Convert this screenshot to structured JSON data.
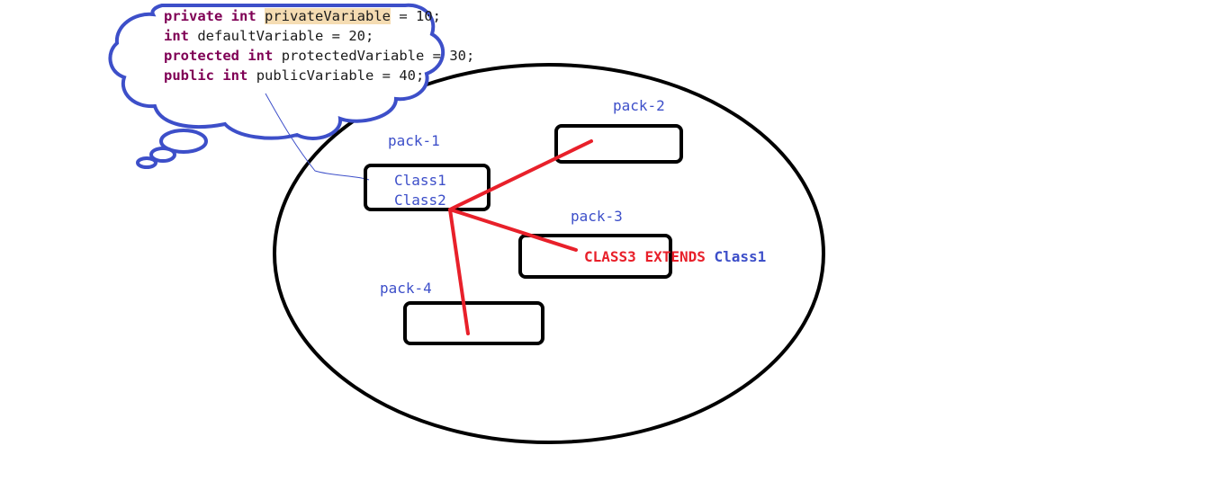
{
  "code": {
    "lines": [
      {
        "modifier": "private",
        "type": "int",
        "name": "privateVariable",
        "highlighted": true,
        "rest": " = 10;"
      },
      {
        "modifier": "",
        "type": "int",
        "name": "defaultVariable",
        "highlighted": false,
        "rest": " = 20;"
      },
      {
        "modifier": "protected",
        "type": "int",
        "name": "protectedVariable",
        "highlighted": false,
        "rest": " = 30;"
      },
      {
        "modifier": "public",
        "type": "int",
        "name": "publicVariable",
        "highlighted": false,
        "rest": " = 40;"
      }
    ]
  },
  "packages": {
    "pack1": {
      "label": "pack-1",
      "classes": [
        "Class1",
        "Class2"
      ]
    },
    "pack2": {
      "label": "pack-2"
    },
    "pack3": {
      "label": "pack-3"
    },
    "pack4": {
      "label": "pack-4"
    }
  },
  "relation": {
    "subclass": "CLASS3",
    "keyword": "EXTENDS",
    "superclass": "Class1"
  },
  "colors": {
    "outline": "#000000",
    "cloud": "#3d4fc9",
    "arrow": "#e8202a",
    "keyword": "#7f0055",
    "highlight": "#f5dcb2",
    "label": "#3d4fc9"
  }
}
